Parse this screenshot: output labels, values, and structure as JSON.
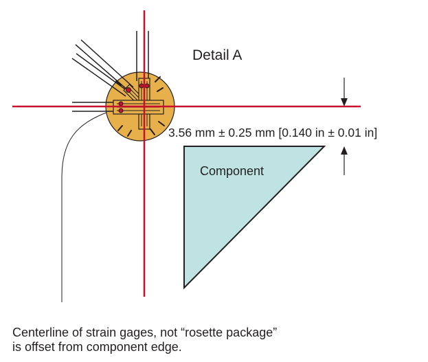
{
  "detail_label": "Detail A",
  "dimension_label": "3.56 mm ± 0.25 mm [0.140 in ± 0.01 in]",
  "component_label": "Component",
  "caption": {
    "line1": "Centerline of strain gages, not “rosette package”",
    "line2": "is offset from component edge."
  },
  "colors": {
    "centerline": "#c8102e",
    "gage_pad": "#e8b04a",
    "component_fill": "#bfe3e3",
    "ink": "#231f20"
  }
}
